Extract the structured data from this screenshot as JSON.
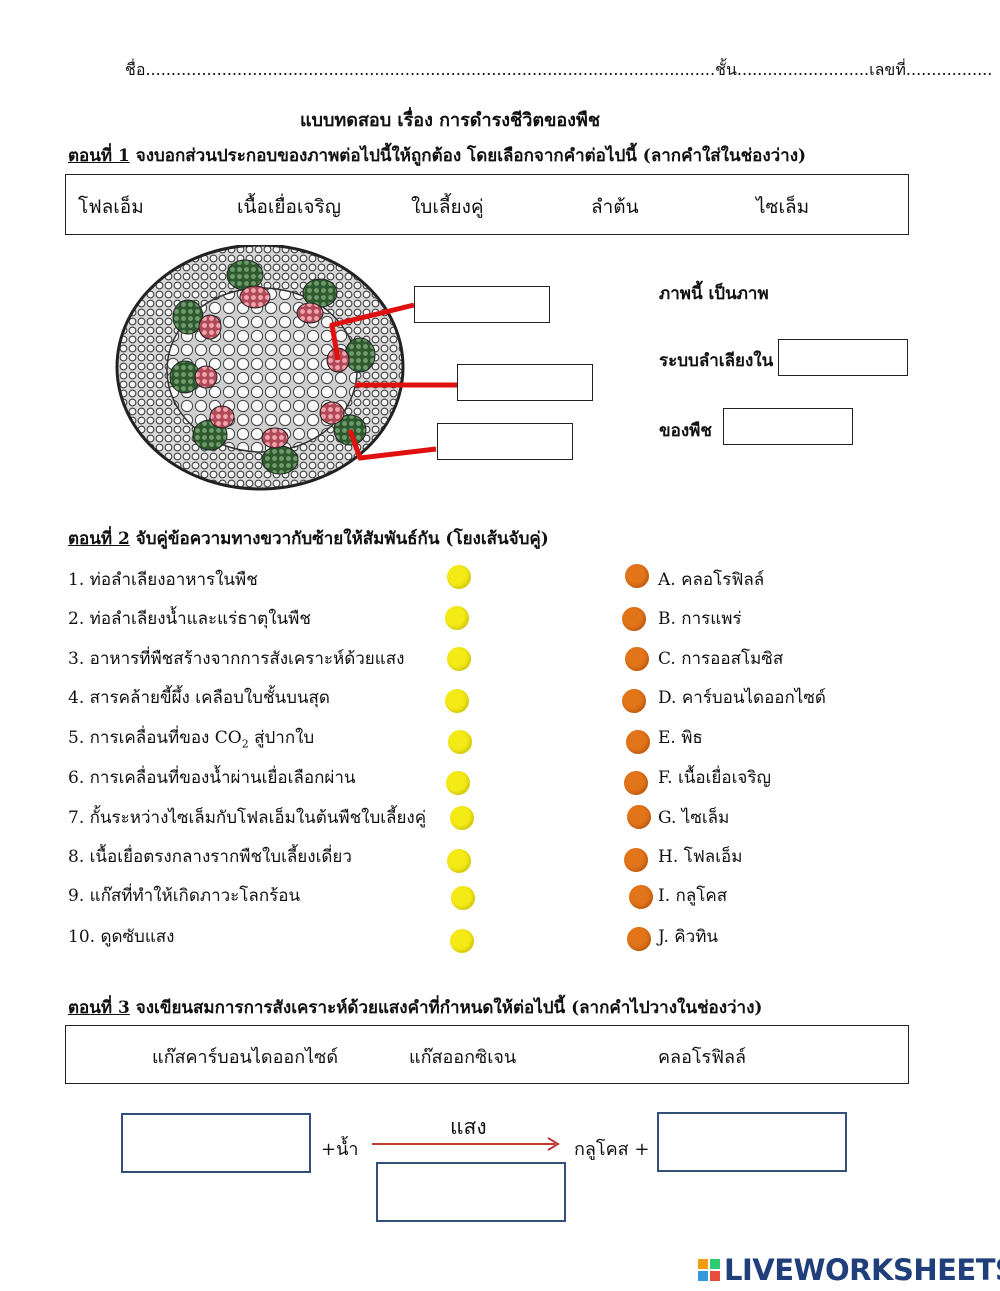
{
  "header": {
    "name_label": "ชื่อ",
    "name_dots": "................................................................................................................",
    "class_label": "ชั้น",
    "class_dots": "..........................",
    "number_label": "เลขที่",
    "number_dots": "................."
  },
  "title": "แบบทดสอบ เรื่อง การดำรงชีวิตของพืช",
  "part1": {
    "heading_label": "ตอนที่ 1",
    "heading_text": "จงบอกส่วนประกอบของภาพต่อไปนี้ให้ถูกต้อง โดยเลือกจากคำต่อไปนี้ (ลากคำใส่ในช่องว่าง)",
    "words": [
      "โฟลเอ็ม",
      "เนื้อเยื่อเจริญ",
      "ใบเลี้ยงคู่",
      "ลำต้น",
      "ไซเล็ม"
    ],
    "label_this_picture": "ภาพนี้ เป็นภาพ",
    "label_vascular_in": "ระบบลำเลียงใน",
    "label_of_plant": "ของพืช"
  },
  "part2": {
    "heading_label": "ตอนที่ 2",
    "heading_text": "จับคู่ข้อความทางขวากับซ้ายให้สัมพันธ์กัน (โยงเส้นจับคู่)",
    "left": [
      "1. ท่อลำเลียงอาหารในพืช",
      "2. ท่อลำเลียงน้ำและแร่ธาตุในพืช",
      "3. อาหารที่พืชสร้างจากการสังเคราะห์ด้วยแสง",
      "4. สารคล้ายขี้ผึ้ง เคลือบใบชั้นบนสุด",
      "5. การเคลื่อนที่ของ CO",
      "6. การเคลื่อนที่ของน้ำผ่านเยื่อเลือกผ่าน",
      "7. กั้นระหว่างไซเล็มกับโฟลเอ็มในต้นพืชใบเลี้ยงคู่",
      "8. เนื้อเยื่อตรงกลางรากพืชใบเลี้ยงเดี่ยว",
      "9. แก๊สที่ทำให้เกิดภาวะโลกร้อน",
      "10. ดูดซับแสง"
    ],
    "item5_sub": "2",
    "item5_tail": " สู่ปากใบ",
    "right": [
      "A. คลอโรฟิลล์",
      "B. การแพร่",
      "C. การออสโมซิส",
      "D. คาร์บอนไดออกไซด์",
      "E. พิธ",
      "F. เนื้อเยื่อเจริญ",
      "G. ไซเล็ม",
      "H. โฟลเอ็ม",
      "I. กลูโคส",
      "J. คิวทิน"
    ]
  },
  "part3": {
    "heading_label": "ตอนที่ 3",
    "heading_text": "จงเขียนสมการการสังเคราะห์ด้วยแสงคำที่กำหนดให้ต่อไปนี้ (ลากคำไปวางในช่องว่าง)",
    "words": [
      "แก๊สคาร์บอนไดออกไซด์",
      "แก๊สออกซิเจน",
      "คลอโรฟิลล์"
    ],
    "plus_water": "+น้ำ",
    "light": "แสง",
    "glucose_plus": "กลูโคส +"
  },
  "logo": {
    "text": "LIVEWORKSHEETS"
  },
  "colors": {
    "yellow_dot": "#f4ea15",
    "orange_dot": "#e2741a",
    "pointer_line": "#e01010",
    "box_blue": "#33507a",
    "logo": "#1f3e7a"
  }
}
